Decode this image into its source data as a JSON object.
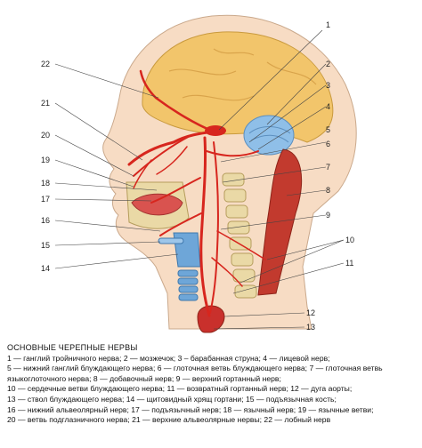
{
  "numbers": [
    "1",
    "2",
    "3",
    "4",
    "5",
    "6",
    "7",
    "8",
    "9",
    "10",
    "11",
    "12",
    "13",
    "14",
    "15",
    "16",
    "17",
    "18",
    "19",
    "20",
    "21",
    "22"
  ],
  "caption": {
    "title": "ОСНОВНЫЕ ЧЕРЕПНЫЕ НЕРВЫ",
    "lines": [
      "1 — ганглий тройничного нерва; 2 — мозжечок; 3 – барабанная струна; 4 — лицевой нерв;",
      "5 — нижний ганглий блуждающего нерва; 6 — глоточная ветвь блуждающего нерва; 7 — глоточная ветвь",
      "языкоглоточного нерва; 8 — добавочный нерв; 9 — верхний гортанный нерв;",
      "10 — сердечные ветви блуждающего нерва; 11 — возвратный гортанный нерв; 12 — дуга аорты;",
      "13 — ствол блуждающего нерва; 14 — щитовидный хрящ гортани; 15 — подъязычная кость;",
      "16 — нижний альвеолярный нерв; 17 — подъязычный нерв; 18 — язычный нерв; 19 — язычные ветви;",
      "20 — ветвь подглазничного нерва; 21 — верхние альвеолярные нервы; 22 — лобный нерв"
    ]
  }
}
